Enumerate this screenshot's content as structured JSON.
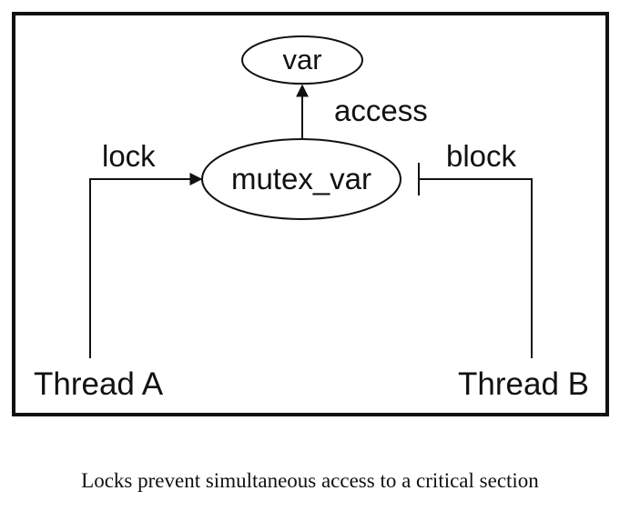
{
  "diagram": {
    "nodes": {
      "var": "var",
      "mutex": "mutex_var",
      "thread_a": "Thread A",
      "thread_b": "Thread B"
    },
    "edges": {
      "access": "access",
      "lock": "lock",
      "block": "block"
    }
  },
  "caption": "Locks prevent simultaneous access to a critical section"
}
